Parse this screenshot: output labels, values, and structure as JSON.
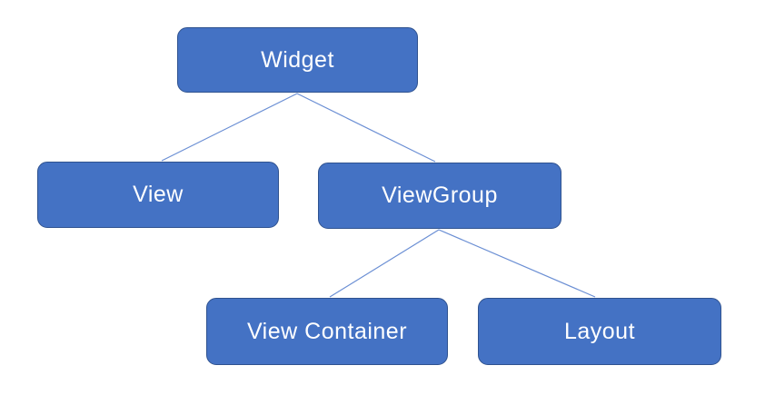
{
  "colors": {
    "background": "#ffffff",
    "node_fill": "#4472C4",
    "node_border": "#2F528F",
    "node_text": "#ffffff",
    "connector": "#6b8fd4"
  },
  "diagram": {
    "nodes": {
      "widget": {
        "label": "Widget"
      },
      "view": {
        "label": "View"
      },
      "viewgroup": {
        "label": "ViewGroup"
      },
      "view_container": {
        "label": "View Container"
      },
      "layout": {
        "label": "Layout"
      }
    },
    "edges": [
      {
        "from": "widget",
        "to": "view"
      },
      {
        "from": "widget",
        "to": "viewgroup"
      },
      {
        "from": "viewgroup",
        "to": "view_container"
      },
      {
        "from": "viewgroup",
        "to": "layout"
      }
    ]
  }
}
